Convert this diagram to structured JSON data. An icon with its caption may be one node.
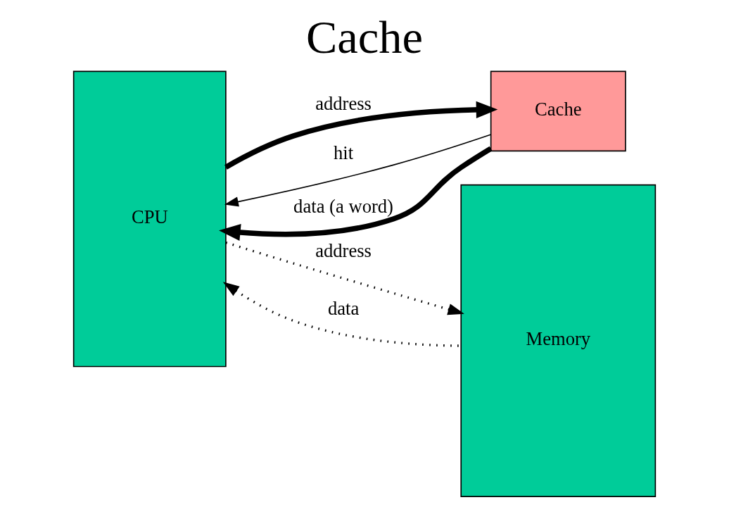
{
  "diagram": {
    "title": "Cache",
    "nodes": [
      {
        "text": [
          "CPU"
        ]
      },
      {
        "text": [
          "Cache"
        ]
      },
      {
        "text": [
          "Memory"
        ]
      }
    ],
    "edges": [
      {
        "from": 0,
        "to": 2,
        "arrow": "to",
        "label": "address",
        "style": "dashed"
      },
      {
        "from": 0,
        "to": 1,
        "arrow": "to",
        "label": "address",
        "style": "thick"
      },
      {
        "from": 1,
        "to": 0,
        "arrow": "to",
        "label": "hit"
      },
      {
        "from": 1,
        "to": 0,
        "arrow": "to",
        "label": "data (a word)",
        "style": "thick"
      },
      {
        "from": 2,
        "to": 0,
        "arrow": "to",
        "label": "data",
        "style": "dashed"
      }
    ]
  }
}
